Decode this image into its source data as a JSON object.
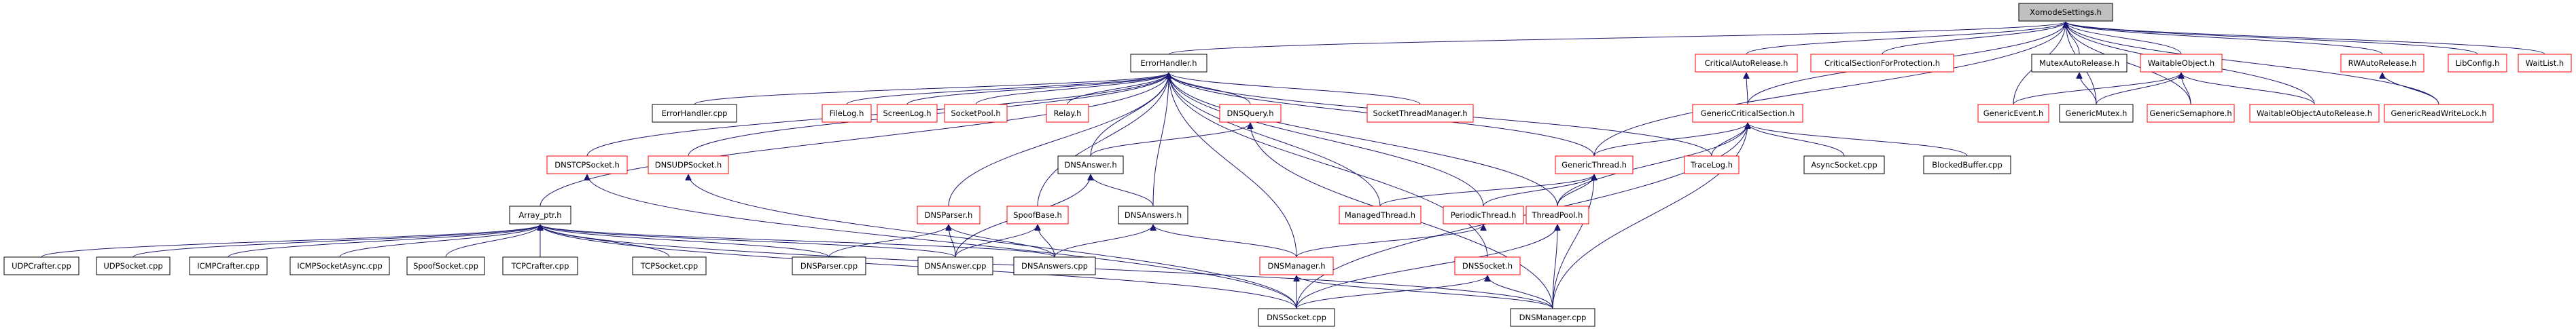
{
  "graph": {
    "colors": {
      "edge": "#191970",
      "red_border": "#ff0000",
      "black_border": "#000000",
      "root_fill": "#bfbfbf",
      "text": "#000000"
    },
    "nodes": [
      {
        "id": "XomodeSettings.h",
        "label": "XomodeSettings.h",
        "border": "black",
        "root": true
      },
      {
        "id": "ErrorHandler.h",
        "label": "ErrorHandler.h",
        "border": "black"
      },
      {
        "id": "CriticalAutoRelease.h",
        "label": "CriticalAutoRelease.h",
        "border": "red"
      },
      {
        "id": "CriticalSectionForProtection.h",
        "label": "CriticalSectionForProtection.h",
        "border": "red"
      },
      {
        "id": "MutexAutoRelease.h",
        "label": "MutexAutoRelease.h",
        "border": "black"
      },
      {
        "id": "WaitableObject.h",
        "label": "WaitableObject.h",
        "border": "red"
      },
      {
        "id": "RWAutoRelease.h",
        "label": "RWAutoRelease.h",
        "border": "red"
      },
      {
        "id": "LibConfig.h",
        "label": "LibConfig.h",
        "border": "red"
      },
      {
        "id": "WaitList.h",
        "label": "WaitList.h",
        "border": "red"
      },
      {
        "id": "ErrorHandler.cpp",
        "label": "ErrorHandler.cpp",
        "border": "black"
      },
      {
        "id": "FileLog.h",
        "label": "FileLog.h",
        "border": "red"
      },
      {
        "id": "ScreenLog.h",
        "label": "ScreenLog.h",
        "border": "red"
      },
      {
        "id": "SocketPool.h",
        "label": "SocketPool.h",
        "border": "red"
      },
      {
        "id": "Relay.h",
        "label": "Relay.h",
        "border": "red"
      },
      {
        "id": "DNSQuery.h",
        "label": "DNSQuery.h",
        "border": "red"
      },
      {
        "id": "SocketThreadManager.h",
        "label": "SocketThreadManager.h",
        "border": "red"
      },
      {
        "id": "GenericCriticalSection.h",
        "label": "GenericCriticalSection.h",
        "border": "red"
      },
      {
        "id": "GenericEvent.h",
        "label": "GenericEvent.h",
        "border": "red"
      },
      {
        "id": "GenericMutex.h",
        "label": "GenericMutex.h",
        "border": "black"
      },
      {
        "id": "GenericSemaphore.h",
        "label": "GenericSemaphore.h",
        "border": "red"
      },
      {
        "id": "WaitableObjectAutoRelease.h",
        "label": "WaitableObjectAutoRelease.h",
        "border": "red"
      },
      {
        "id": "GenericReadWriteLock.h",
        "label": "GenericReadWriteLock.h",
        "border": "red"
      },
      {
        "id": "DNSTCPSocket.h",
        "label": "DNSTCPSocket.h",
        "border": "red"
      },
      {
        "id": "DNSUDPSocket.h",
        "label": "DNSUDPSocket.h",
        "border": "red"
      },
      {
        "id": "DNSAnswer.h",
        "label": "DNSAnswer.h",
        "border": "black"
      },
      {
        "id": "GenericThread.h",
        "label": "GenericThread.h",
        "border": "red"
      },
      {
        "id": "TraceLog.h",
        "label": "TraceLog.h",
        "border": "red"
      },
      {
        "id": "AsyncSocket.cpp",
        "label": "AsyncSocket.cpp",
        "border": "black"
      },
      {
        "id": "BlockedBuffer.cpp",
        "label": "BlockedBuffer.cpp",
        "border": "black"
      },
      {
        "id": "Array_ptr.h",
        "label": "Array_ptr.h",
        "border": "black"
      },
      {
        "id": "DNSParser.h",
        "label": "DNSParser.h",
        "border": "red"
      },
      {
        "id": "SpoofBase.h",
        "label": "SpoofBase.h",
        "border": "red"
      },
      {
        "id": "DNSAnswers.h",
        "label": "DNSAnswers.h",
        "border": "black"
      },
      {
        "id": "ManagedThread.h",
        "label": "ManagedThread.h",
        "border": "red"
      },
      {
        "id": "PeriodicThread.h",
        "label": "PeriodicThread.h",
        "border": "red"
      },
      {
        "id": "ThreadPool.h",
        "label": "ThreadPool.h",
        "border": "red"
      },
      {
        "id": "UDPCrafter.cpp",
        "label": "UDPCrafter.cpp",
        "border": "black"
      },
      {
        "id": "UDPSocket.cpp",
        "label": "UDPSocket.cpp",
        "border": "black"
      },
      {
        "id": "ICMPCrafter.cpp",
        "label": "ICMPCrafter.cpp",
        "border": "black"
      },
      {
        "id": "ICMPSocketAsync.cpp",
        "label": "ICMPSocketAsync.cpp",
        "border": "black"
      },
      {
        "id": "SpoofSocket.cpp",
        "label": "SpoofSocket.cpp",
        "border": "black"
      },
      {
        "id": "TCPCrafter.cpp",
        "label": "TCPCrafter.cpp",
        "border": "black"
      },
      {
        "id": "TCPSocket.cpp",
        "label": "TCPSocket.cpp",
        "border": "black"
      },
      {
        "id": "DNSParser.cpp",
        "label": "DNSParser.cpp",
        "border": "black"
      },
      {
        "id": "DNSAnswer.cpp",
        "label": "DNSAnswer.cpp",
        "border": "black"
      },
      {
        "id": "DNSAnswers.cpp",
        "label": "DNSAnswers.cpp",
        "border": "black"
      },
      {
        "id": "DNSManager.h",
        "label": "DNSManager.h",
        "border": "red"
      },
      {
        "id": "DNSSocket.h",
        "label": "DNSSocket.h",
        "border": "red"
      },
      {
        "id": "DNSSocket.cpp",
        "label": "DNSSocket.cpp",
        "border": "black"
      },
      {
        "id": "DNSManager.cpp",
        "label": "DNSManager.cpp",
        "border": "black"
      }
    ],
    "edges": [
      [
        "XomodeSettings.h",
        "ErrorHandler.h"
      ],
      [
        "XomodeSettings.h",
        "CriticalAutoRelease.h"
      ],
      [
        "XomodeSettings.h",
        "CriticalSectionForProtection.h"
      ],
      [
        "XomodeSettings.h",
        "MutexAutoRelease.h"
      ],
      [
        "XomodeSettings.h",
        "WaitableObject.h"
      ],
      [
        "XomodeSettings.h",
        "RWAutoRelease.h"
      ],
      [
        "XomodeSettings.h",
        "LibConfig.h"
      ],
      [
        "XomodeSettings.h",
        "WaitList.h"
      ],
      [
        "XomodeSettings.h",
        "GenericCriticalSection.h"
      ],
      [
        "XomodeSettings.h",
        "GenericEvent.h"
      ],
      [
        "XomodeSettings.h",
        "GenericMutex.h"
      ],
      [
        "XomodeSettings.h",
        "GenericSemaphore.h"
      ],
      [
        "XomodeSettings.h",
        "WaitableObjectAutoRelease.h"
      ],
      [
        "XomodeSettings.h",
        "GenericReadWriteLock.h"
      ],
      [
        "XomodeSettings.h",
        "GenericThread.h"
      ],
      [
        "ErrorHandler.h",
        "ErrorHandler.cpp"
      ],
      [
        "ErrorHandler.h",
        "FileLog.h"
      ],
      [
        "ErrorHandler.h",
        "ScreenLog.h"
      ],
      [
        "ErrorHandler.h",
        "SocketPool.h"
      ],
      [
        "ErrorHandler.h",
        "Relay.h"
      ],
      [
        "ErrorHandler.h",
        "DNSQuery.h"
      ],
      [
        "ErrorHandler.h",
        "SocketThreadManager.h"
      ],
      [
        "ErrorHandler.h",
        "DNSTCPSocket.h"
      ],
      [
        "ErrorHandler.h",
        "DNSUDPSocket.h"
      ],
      [
        "ErrorHandler.h",
        "DNSAnswer.h"
      ],
      [
        "ErrorHandler.h",
        "GenericThread.h"
      ],
      [
        "ErrorHandler.h",
        "TraceLog.h"
      ],
      [
        "ErrorHandler.h",
        "Array_ptr.h"
      ],
      [
        "ErrorHandler.h",
        "DNSParser.h"
      ],
      [
        "ErrorHandler.h",
        "SpoofBase.h"
      ],
      [
        "ErrorHandler.h",
        "DNSAnswers.h"
      ],
      [
        "ErrorHandler.h",
        "ManagedThread.h"
      ],
      [
        "ErrorHandler.h",
        "PeriodicThread.h"
      ],
      [
        "ErrorHandler.h",
        "ThreadPool.h"
      ],
      [
        "ErrorHandler.h",
        "DNSManager.h"
      ],
      [
        "ErrorHandler.h",
        "DNSSocket.h"
      ],
      [
        "CriticalAutoRelease.h",
        "GenericCriticalSection.h"
      ],
      [
        "MutexAutoRelease.h",
        "GenericMutex.h"
      ],
      [
        "WaitableObject.h",
        "GenericEvent.h"
      ],
      [
        "WaitableObject.h",
        "GenericMutex.h"
      ],
      [
        "WaitableObject.h",
        "GenericSemaphore.h"
      ],
      [
        "WaitableObject.h",
        "WaitableObjectAutoRelease.h"
      ],
      [
        "RWAutoRelease.h",
        "GenericReadWriteLock.h"
      ],
      [
        "GenericCriticalSection.h",
        "GenericThread.h"
      ],
      [
        "GenericCriticalSection.h",
        "TraceLog.h"
      ],
      [
        "GenericCriticalSection.h",
        "AsyncSocket.cpp"
      ],
      [
        "GenericCriticalSection.h",
        "BlockedBuffer.cpp"
      ],
      [
        "GenericCriticalSection.h",
        "ThreadPool.h"
      ],
      [
        "GenericCriticalSection.h",
        "DNSSocket.cpp"
      ],
      [
        "GenericCriticalSection.h",
        "DNSManager.cpp"
      ],
      [
        "DNSQuery.h",
        "DNSAnswer.h"
      ],
      [
        "DNSQuery.h",
        "DNSManager.cpp"
      ],
      [
        "DNSTCPSocket.h",
        "DNSSocket.cpp"
      ],
      [
        "DNSUDPSocket.h",
        "DNSSocket.cpp"
      ],
      [
        "DNSAnswer.h",
        "DNSAnswers.h"
      ],
      [
        "DNSAnswer.h",
        "DNSAnswer.cpp"
      ],
      [
        "GenericThread.h",
        "ManagedThread.h"
      ],
      [
        "GenericThread.h",
        "PeriodicThread.h"
      ],
      [
        "GenericThread.h",
        "ThreadPool.h"
      ],
      [
        "GenericThread.h",
        "DNSManager.cpp"
      ],
      [
        "Array_ptr.h",
        "UDPCrafter.cpp"
      ],
      [
        "Array_ptr.h",
        "UDPSocket.cpp"
      ],
      [
        "Array_ptr.h",
        "ICMPCrafter.cpp"
      ],
      [
        "Array_ptr.h",
        "ICMPSocketAsync.cpp"
      ],
      [
        "Array_ptr.h",
        "SpoofSocket.cpp"
      ],
      [
        "Array_ptr.h",
        "TCPCrafter.cpp"
      ],
      [
        "Array_ptr.h",
        "TCPSocket.cpp"
      ],
      [
        "Array_ptr.h",
        "DNSParser.cpp"
      ],
      [
        "Array_ptr.h",
        "DNSAnswer.cpp"
      ],
      [
        "Array_ptr.h",
        "DNSAnswers.cpp"
      ],
      [
        "Array_ptr.h",
        "DNSSocket.cpp"
      ],
      [
        "Array_ptr.h",
        "DNSManager.cpp"
      ],
      [
        "DNSParser.h",
        "DNSParser.cpp"
      ],
      [
        "DNSParser.h",
        "DNSAnswer.cpp"
      ],
      [
        "DNSParser.h",
        "DNSAnswers.cpp"
      ],
      [
        "SpoofBase.h",
        "DNSAnswer.cpp"
      ],
      [
        "SpoofBase.h",
        "DNSAnswers.cpp"
      ],
      [
        "DNSAnswers.h",
        "DNSAnswers.cpp"
      ],
      [
        "DNSAnswers.h",
        "DNSManager.h"
      ],
      [
        "PeriodicThread.h",
        "DNSManager.h"
      ],
      [
        "ThreadPool.h",
        "DNSSocket.cpp"
      ],
      [
        "ThreadPool.h",
        "DNSManager.cpp"
      ],
      [
        "DNSManager.h",
        "DNSSocket.cpp"
      ],
      [
        "DNSManager.h",
        "DNSManager.cpp"
      ],
      [
        "DNSSocket.h",
        "DNSSocket.cpp"
      ],
      [
        "DNSSocket.h",
        "DNSManager.cpp"
      ]
    ]
  }
}
